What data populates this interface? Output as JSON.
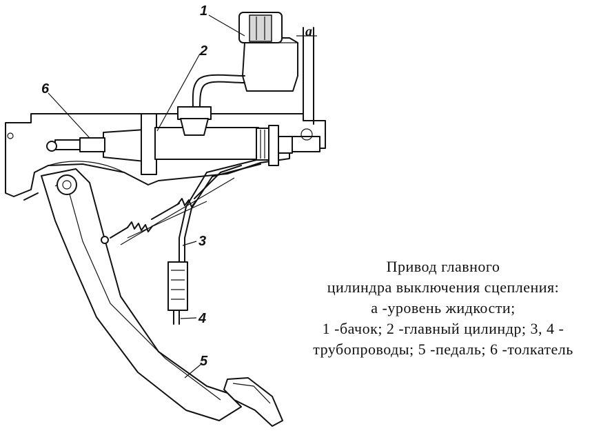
{
  "diagram": {
    "callouts": {
      "c1": "1",
      "c2": "2",
      "c3": "3",
      "c4": "4",
      "c5": "5",
      "c6": "6",
      "ca": "a"
    }
  },
  "caption": {
    "line1": "Привод главного",
    "line2": "цилиндра выключения сцепления:",
    "line3": "а -уровень жидкости;",
    "line4": "1 -бачок; 2 -главный цилиндр; 3, 4 -",
    "line5": "трубопроводы; 5 -педаль; 6 -толкатель"
  }
}
